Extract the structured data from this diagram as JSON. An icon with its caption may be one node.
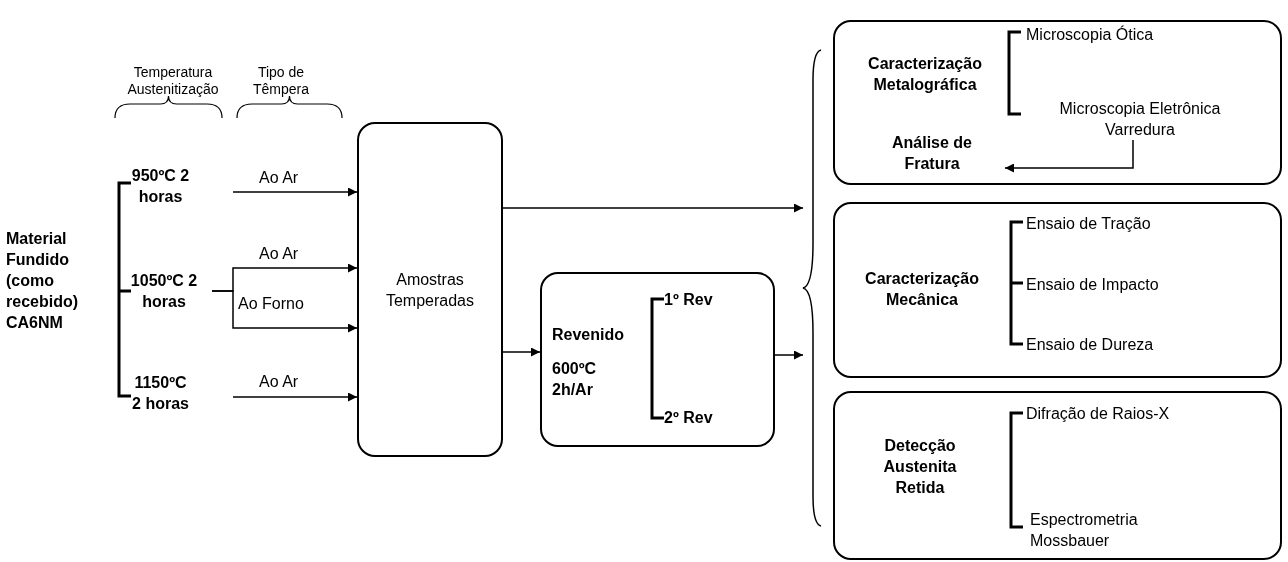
{
  "diagram": {
    "nodes": [
      {
        "text": [
          "Material Fundido (como recebido) CA6NM"
        ]
      },
      {
        "text": [
          "950ºC 2 horas"
        ]
      },
      {
        "text": [
          "1050ºC 2 horas"
        ]
      },
      {
        "text": [
          "1150ºC 2 horas"
        ]
      },
      {
        "text": [
          "Amostras Temperadas"
        ]
      },
      {
        "text": [
          "Revenido",
          "600ºC 2h/Ar"
        ]
      },
      {
        "text": [
          "1º Rev"
        ],
        "in": 5
      },
      {
        "text": [
          "2º Rev"
        ],
        "in": 5
      },
      {
        "text": [],
        "shape": "brace"
      },
      {
        "text": [
          "Caracterização Metalográfica"
        ]
      },
      {
        "text": [
          "Microscopia Ótica"
        ],
        "in": 9
      },
      {
        "text": [
          "Microscopia Eletrônica Varredura"
        ],
        "in": 9
      },
      {
        "text": [
          "Análise de Fratura"
        ],
        "in": 9
      },
      {
        "text": [
          "Caracterização Mecânica"
        ]
      },
      {
        "text": [
          "Ensaio de Tração"
        ],
        "in": 13
      },
      {
        "text": [
          "Ensaio de Impacto"
        ],
        "in": 13
      },
      {
        "text": [
          "Ensaio de Dureza"
        ],
        "in": 13
      },
      {
        "text": [
          "Detecção Austenita Retida"
        ]
      },
      {
        "text": [
          "Difração de Raios-X"
        ],
        "in": 17
      },
      {
        "text": [
          "Espectrometria Mossbauer"
        ],
        "in": 17
      }
    ],
    "edges": [
      {
        "from": 1,
        "to": 4,
        "arrow": "to",
        "label": "Ao Ar"
      },
      {
        "from": 2,
        "to": 4,
        "arrow": "to",
        "label": "Ao Ar"
      },
      {
        "from": 2,
        "to": 4,
        "arrow": "to",
        "label": "Ao Forno"
      },
      {
        "from": 3,
        "to": 4,
        "arrow": "to",
        "label": "Ao Ar"
      },
      {
        "from": 4,
        "to": 8,
        "arrow": "to"
      },
      {
        "from": 4,
        "to": 5,
        "arrow": "to"
      },
      {
        "from": 5,
        "to": 8,
        "arrow": "to"
      },
      {
        "from": 11,
        "to": 12,
        "arrow": "to"
      }
    ],
    "labels": [
      "Temperatura Austenitização",
      "Tipo de Têmpera"
    ]
  }
}
